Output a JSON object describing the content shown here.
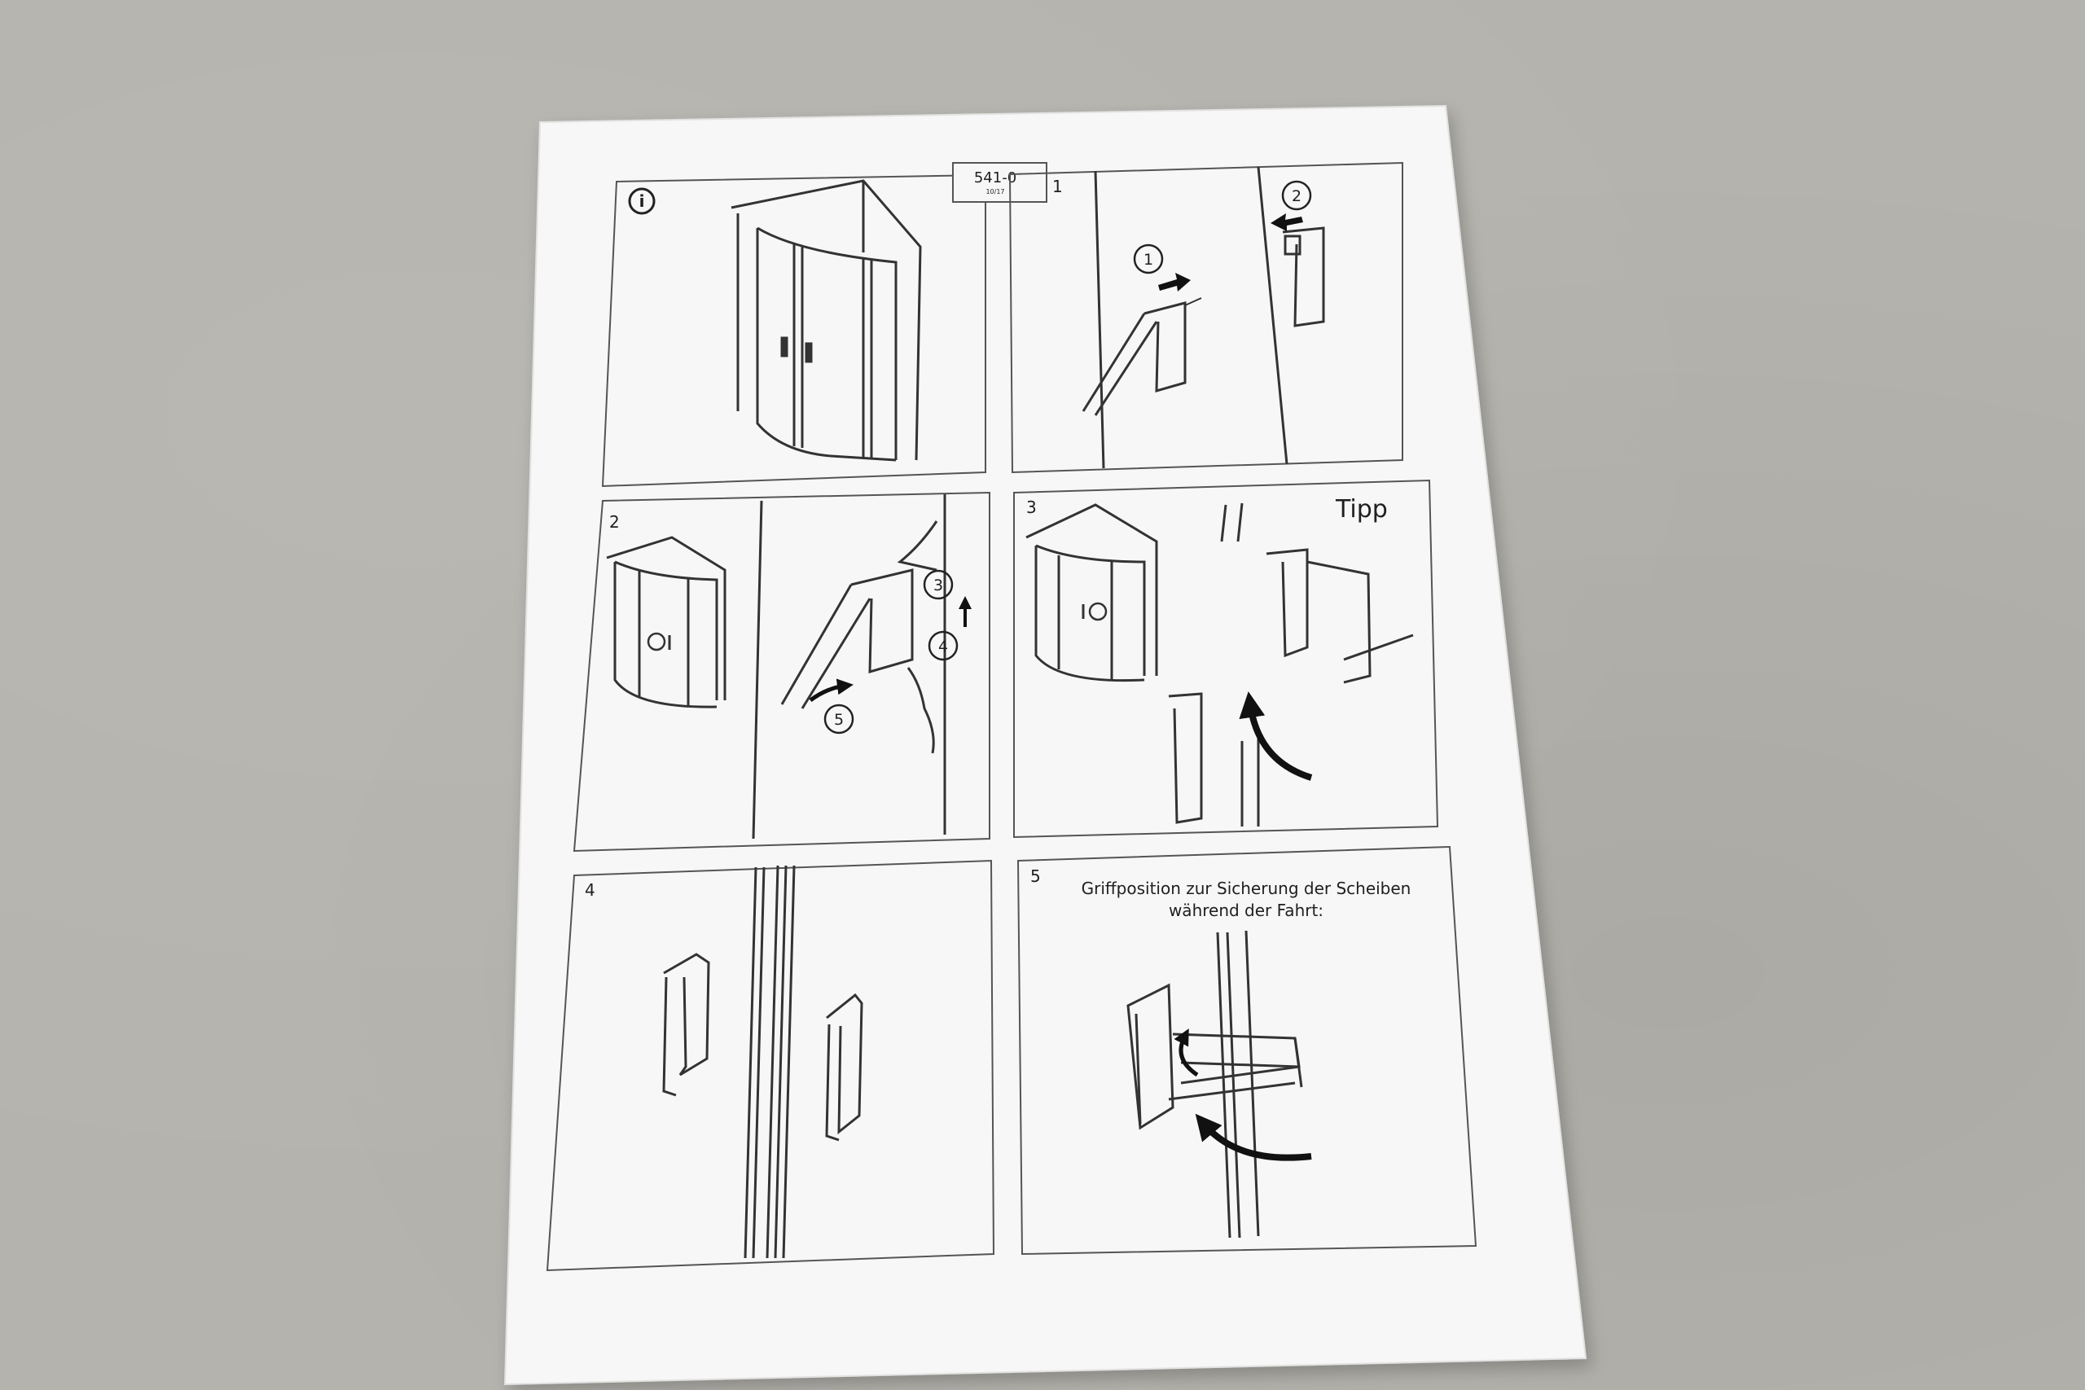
{
  "document": {
    "code": "541-0",
    "code_sub": "10/17"
  },
  "panels": {
    "info": {
      "label": "i"
    },
    "p1": {
      "step": "1",
      "callouts": [
        "1",
        "2"
      ]
    },
    "p2": {
      "step": "2",
      "callouts": [
        "3",
        "4",
        "5"
      ]
    },
    "p3": {
      "step": "3",
      "tip": "Tipp"
    },
    "p4": {
      "step": "4"
    },
    "p5": {
      "step": "5",
      "caption_line1": "Griffposition zur Sicherung der Scheiben",
      "caption_line2": "während der Fahrt:"
    }
  }
}
